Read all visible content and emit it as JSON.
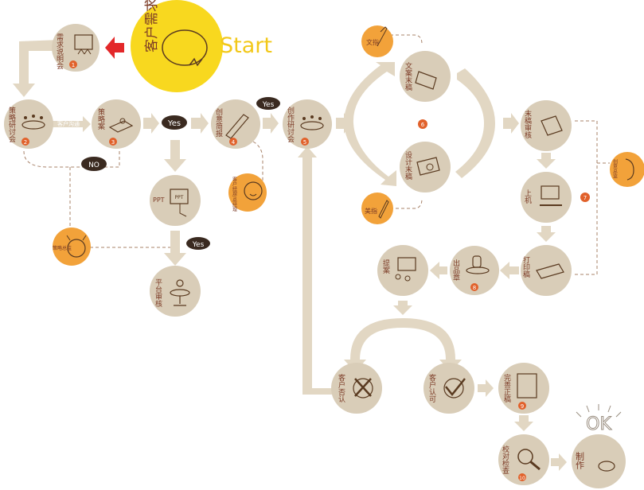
{
  "colors": {
    "beige": "#d9cdb8",
    "arrow": "#e2d7c3",
    "orange": "#f2a23a",
    "yellow": "#f8d81f",
    "badge": "#e1612b",
    "red": "#e3282a",
    "line": "#9c7a60",
    "text": "#7c3b26",
    "start": "#f2c81a"
  },
  "start_circle": {
    "label": "客户需求",
    "start_text": "Start"
  },
  "nodes": [
    {
      "id": "n1",
      "label": "需求说明会",
      "badge": "1",
      "kind": "main"
    },
    {
      "id": "n2",
      "label": "策略研讨会",
      "badge": "2",
      "kind": "main"
    },
    {
      "id": "n3",
      "label": "策略案",
      "badge": "3",
      "kind": "main"
    },
    {
      "id": "n4",
      "label": "创意简报",
      "badge": "4",
      "kind": "main"
    },
    {
      "id": "n5",
      "label": "创作研讨会",
      "badge": "5",
      "kind": "main"
    },
    {
      "id": "n6a",
      "label": "文案末稿",
      "badge": "",
      "kind": "main"
    },
    {
      "id": "n6b",
      "label": "设计末稿",
      "badge": "",
      "kind": "main"
    },
    {
      "id": "n7a",
      "label": "末稿审核",
      "badge": "",
      "kind": "main"
    },
    {
      "id": "n7b",
      "label": "上机",
      "badge": "",
      "kind": "main"
    },
    {
      "id": "n7c",
      "label": "打印稿",
      "badge": "",
      "kind": "main"
    },
    {
      "id": "n8",
      "label": "出品章",
      "badge": "8",
      "kind": "main"
    },
    {
      "id": "n9",
      "label": "提案",
      "badge": "",
      "kind": "main"
    },
    {
      "id": "nR",
      "label": "客户否认",
      "badge": "",
      "kind": "main"
    },
    {
      "id": "nA",
      "label": "客户认可",
      "badge": "",
      "kind": "main"
    },
    {
      "id": "nF",
      "label": "完善正稿",
      "badge": "9",
      "kind": "main"
    },
    {
      "id": "nC",
      "label": "校对检查",
      "badge": "10",
      "kind": "main"
    },
    {
      "id": "nM",
      "label": "制作",
      "badge": "",
      "kind": "main"
    },
    {
      "id": "nP",
      "label": "PPT",
      "badge": "",
      "kind": "main"
    },
    {
      "id": "nPl",
      "label": "平台审核",
      "badge": "",
      "kind": "main"
    }
  ],
  "side_nodes": [
    {
      "id": "s_copy",
      "label": "文指"
    },
    {
      "id": "s_art",
      "label": "美指"
    },
    {
      "id": "s_strat",
      "label": "策略总监"
    },
    {
      "id": "s_cust",
      "label": "客户经理/总经理"
    },
    {
      "id": "s_cd",
      "label": "创意总监"
    }
  ],
  "labels": {
    "customer_communication": "客户沟通",
    "yes1": "Yes",
    "yes2": "Yes",
    "yes3": "Yes",
    "no": "NO",
    "ok": "OK",
    "badge6": "6",
    "badge7": "7",
    "ppt_screen": "PPT"
  }
}
